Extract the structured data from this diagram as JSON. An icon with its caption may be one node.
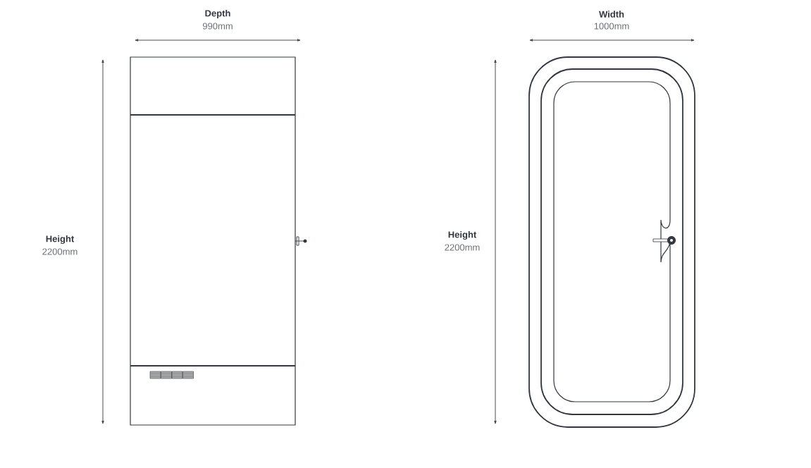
{
  "diagram": {
    "labels": [
      "Depth",
      "990mm",
      "Width",
      "1000mm",
      "Height",
      "2200mm",
      "Height",
      "2200mm"
    ]
  }
}
